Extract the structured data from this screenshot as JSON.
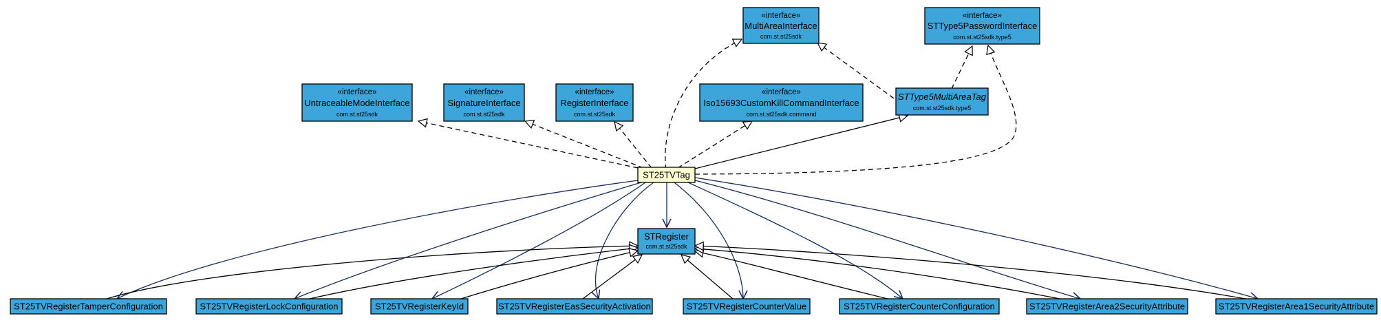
{
  "diagram": {
    "focus_class": "ST25TVTag",
    "colors": {
      "class_fill": "#3ea5da",
      "focus_fill": "#fffcd2",
      "border": "#000000",
      "association": "#192d5a",
      "realization": "#000000"
    },
    "nodes": {
      "multi_area_interface": {
        "stereotype": "«interface»",
        "name": "MultiAreaInterface",
        "package": "com.st.st25sdk"
      },
      "sttype5_password_interface": {
        "stereotype": "«interface»",
        "name": "STType5PasswordInterface",
        "package": "com.st.st25sdk.type5"
      },
      "untraceable_mode_interface": {
        "stereotype": "«interface»",
        "name": "UntraceableModeInterface",
        "package": "com.st.st25sdk"
      },
      "signature_interface": {
        "stereotype": "«interface»",
        "name": "SignatureInterface",
        "package": "com.st.st25sdk"
      },
      "register_interface": {
        "stereotype": "«interface»",
        "name": "RegisterInterface",
        "package": "com.st.st25sdk"
      },
      "iso15693_custom_kill_command_interface": {
        "stereotype": "«interface»",
        "name": "Iso15693CustomKillCommandInterface",
        "package": "com.st.st25sdk.command"
      },
      "sttype5_multi_area_tag": {
        "name": "STType5MultiAreaTag",
        "package": "com.st.st25sdk.type5",
        "abstract": true
      },
      "st25tv_tag": {
        "name": "ST25TVTag"
      },
      "stregister": {
        "name": "STRegister",
        "package": "com.st.st25sdk"
      },
      "tamper_configuration": {
        "name": "ST25TVRegisterTamperConfiguration"
      },
      "lock_configuration": {
        "name": "ST25TVRegisterLockConfiguration"
      },
      "key_id": {
        "name": "ST25TVRegisterKeyId"
      },
      "eas_security_activation": {
        "name": "ST25TVRegisterEasSecurityActivation"
      },
      "counter_value": {
        "name": "ST25TVRegisterCounterValue"
      },
      "counter_configuration": {
        "name": "ST25TVRegisterCounterConfiguration"
      },
      "area2_security_attribute": {
        "name": "ST25TVRegisterArea2SecurityAttribute"
      },
      "area1_security_attribute": {
        "name": "ST25TVRegisterArea1SecurityAttribute"
      }
    },
    "relations": [
      {
        "from": "st25tv_tag",
        "to": "multi_area_interface",
        "kind": "realization"
      },
      {
        "from": "sttype5_multi_area_tag",
        "to": "multi_area_interface",
        "kind": "realization"
      },
      {
        "from": "sttype5_multi_area_tag",
        "to": "sttype5_password_interface",
        "kind": "realization"
      },
      {
        "from": "st25tv_tag",
        "to": "sttype5_password_interface",
        "kind": "realization"
      },
      {
        "from": "st25tv_tag",
        "to": "untraceable_mode_interface",
        "kind": "realization"
      },
      {
        "from": "st25tv_tag",
        "to": "signature_interface",
        "kind": "realization"
      },
      {
        "from": "st25tv_tag",
        "to": "register_interface",
        "kind": "realization"
      },
      {
        "from": "st25tv_tag",
        "to": "iso15693_custom_kill_command_interface",
        "kind": "realization"
      },
      {
        "from": "st25tv_tag",
        "to": "sttype5_multi_area_tag",
        "kind": "generalization"
      },
      {
        "from": "st25tv_tag",
        "to": "stregister",
        "kind": "association"
      },
      {
        "from": "st25tv_tag",
        "to": "tamper_configuration",
        "kind": "association"
      },
      {
        "from": "st25tv_tag",
        "to": "lock_configuration",
        "kind": "association"
      },
      {
        "from": "st25tv_tag",
        "to": "key_id",
        "kind": "association"
      },
      {
        "from": "st25tv_tag",
        "to": "eas_security_activation",
        "kind": "association"
      },
      {
        "from": "st25tv_tag",
        "to": "counter_value",
        "kind": "association"
      },
      {
        "from": "st25tv_tag",
        "to": "counter_configuration",
        "kind": "association"
      },
      {
        "from": "st25tv_tag",
        "to": "area2_security_attribute",
        "kind": "association"
      },
      {
        "from": "st25tv_tag",
        "to": "area1_security_attribute",
        "kind": "association"
      },
      {
        "from": "tamper_configuration",
        "to": "stregister",
        "kind": "generalization"
      },
      {
        "from": "lock_configuration",
        "to": "stregister",
        "kind": "generalization"
      },
      {
        "from": "key_id",
        "to": "stregister",
        "kind": "generalization"
      },
      {
        "from": "eas_security_activation",
        "to": "stregister",
        "kind": "generalization"
      },
      {
        "from": "counter_value",
        "to": "stregister",
        "kind": "generalization"
      },
      {
        "from": "counter_configuration",
        "to": "stregister",
        "kind": "generalization"
      },
      {
        "from": "area2_security_attribute",
        "to": "stregister",
        "kind": "generalization"
      },
      {
        "from": "area1_security_attribute",
        "to": "stregister",
        "kind": "generalization"
      }
    ]
  }
}
